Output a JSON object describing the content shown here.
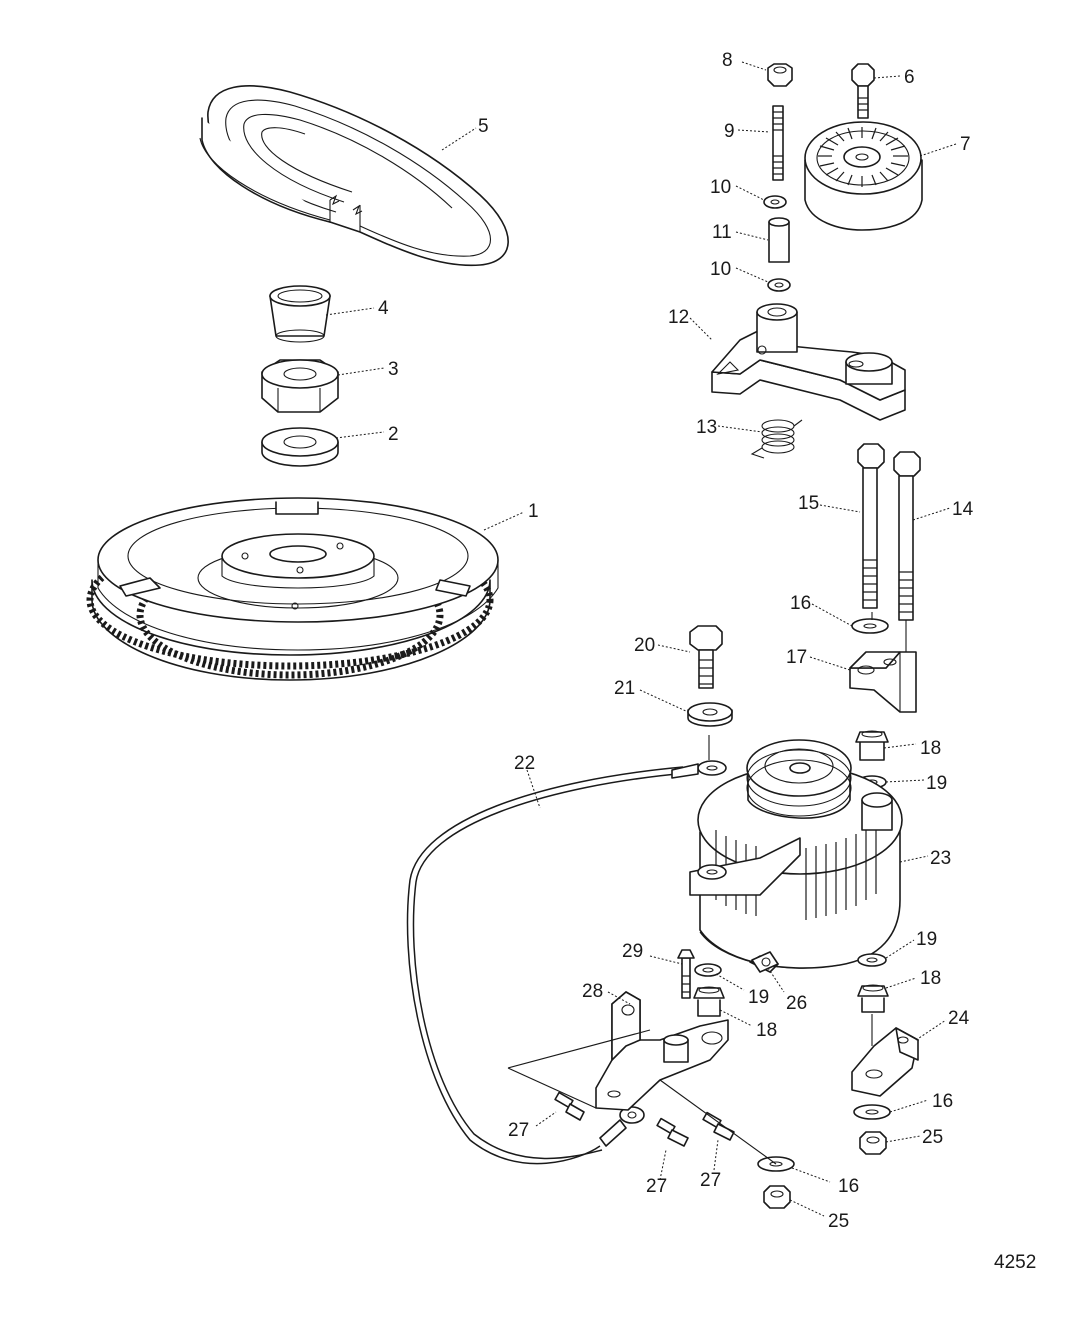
{
  "figure_number": "4252",
  "callouts": [
    "1",
    "2",
    "3",
    "4",
    "5",
    "6",
    "7",
    "8",
    "9",
    "10",
    "10",
    "11",
    "12",
    "13",
    "14",
    "15",
    "16",
    "16",
    "16",
    "17",
    "18",
    "18",
    "18",
    "19",
    "19",
    "19",
    "20",
    "21",
    "22",
    "23",
    "24",
    "25",
    "25",
    "26",
    "27",
    "27",
    "27",
    "28",
    "29"
  ]
}
